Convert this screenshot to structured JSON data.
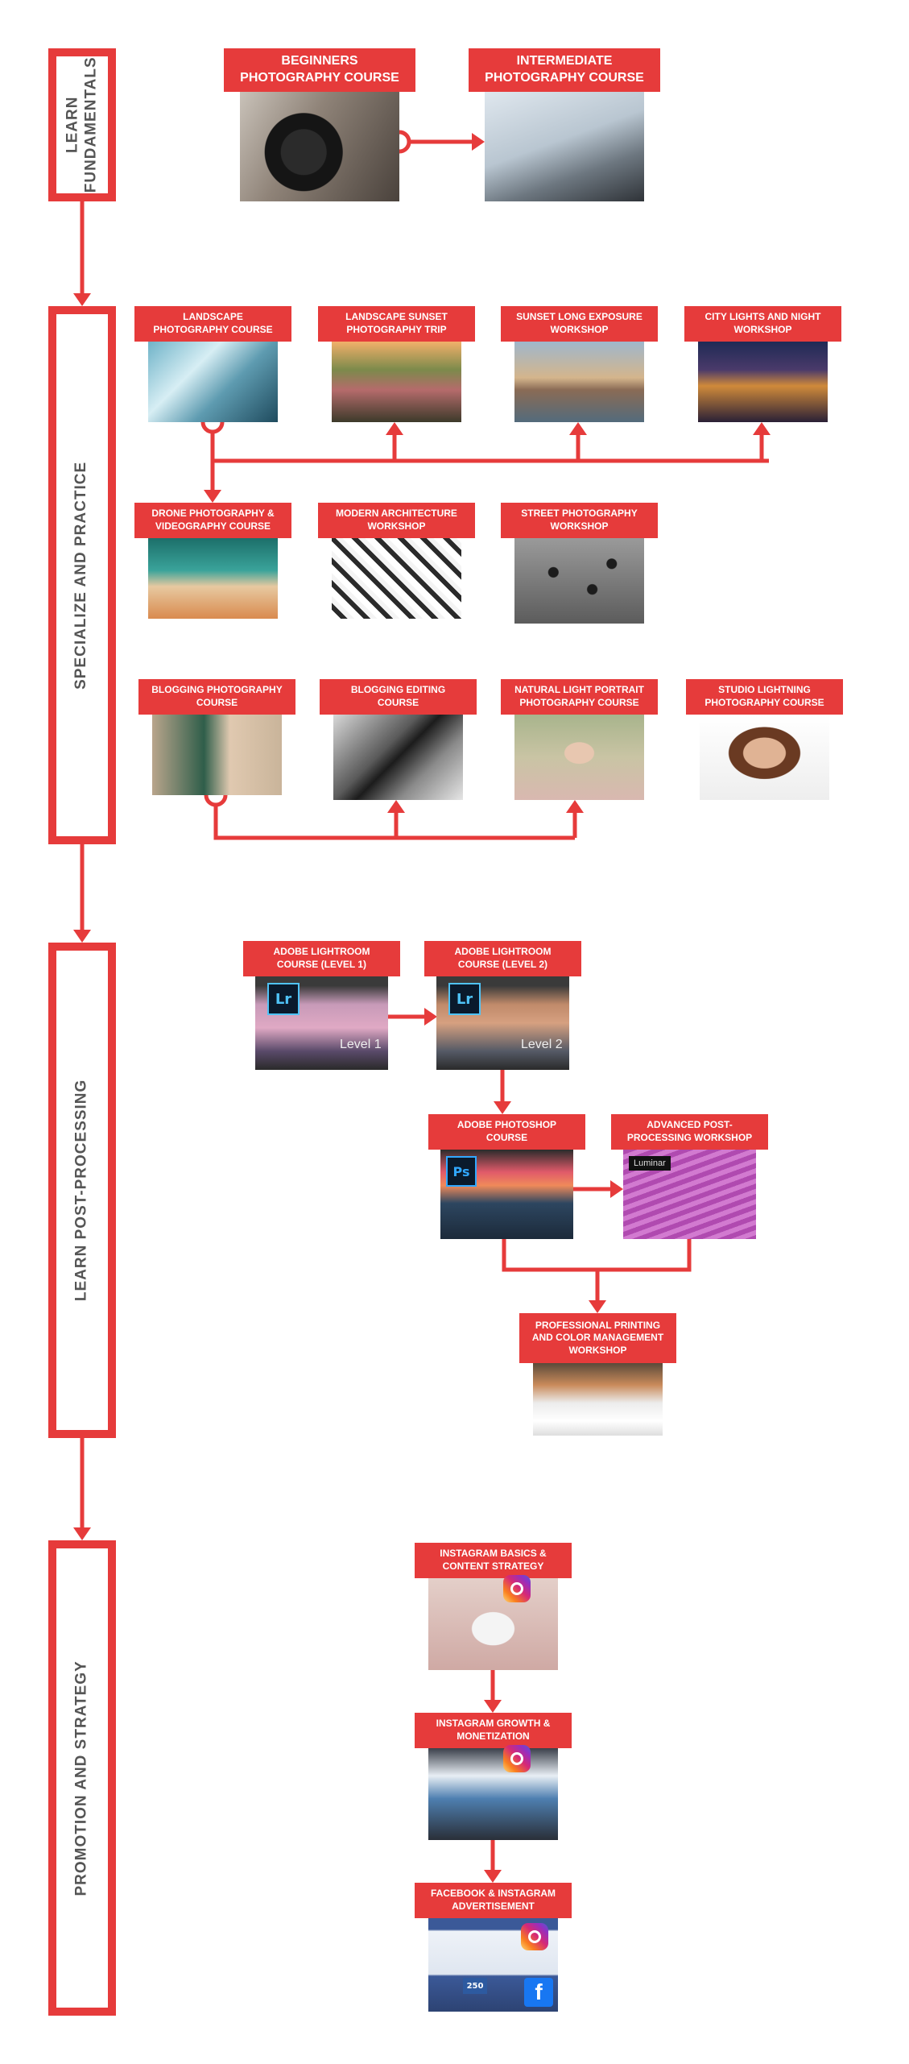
{
  "colors": {
    "accent": "#e63b3b",
    "stage_text": "#555555",
    "background": "#ffffff"
  },
  "stages": [
    {
      "id": "learn-fundamentals",
      "lines": [
        "LEARN",
        "FUNDAMENTALS"
      ]
    },
    {
      "id": "specialize-and-practice",
      "lines": [
        "SPECIALIZE AND PRACTICE"
      ]
    },
    {
      "id": "learn-post-processing",
      "lines": [
        "LEARN POST-PROCESSING"
      ]
    },
    {
      "id": "promotion-and-strategy",
      "lines": [
        "PROMOTION AND STRATEGY"
      ]
    }
  ],
  "nodes": {
    "beginners": {
      "title": "BEGINNERS\nPHOTOGRAPHY COURSE",
      "photo": "camera-hands-photo"
    },
    "intermediate": {
      "title": "INTERMEDIATE\nPHOTOGRAPHY COURSE",
      "photo": "camera-laptop-photo"
    },
    "landscape": {
      "title": "LANDSCAPE\nPHOTOGRAPHY COURSE",
      "photo": "ice-landscape-photo"
    },
    "sunset_trip": {
      "title": "LANDSCAPE SUNSET\nPHOTOGRAPHY TRIP",
      "photo": "river-valley-photo"
    },
    "long_exposure": {
      "title": "SUNSET LONG EXPOSURE\nWORKSHOP",
      "photo": "city-bridge-photo"
    },
    "city_lights": {
      "title": "CITY LIGHTS AND NIGHT\nWORKSHOP",
      "photo": "night-city-photo"
    },
    "drone": {
      "title": "DRONE PHOTOGRAPHY &\nVIDEOGRAPHY COURSE",
      "photo": "aerial-beach-photo"
    },
    "architecture": {
      "title": "MODERN ARCHITECTURE\nWORKSHOP",
      "photo": "building-facade-photo"
    },
    "street": {
      "title": "STREET PHOTOGRAPHY\nWORKSHOP",
      "photo": "street-crowd-photo"
    },
    "blogging": {
      "title": "BLOGGING PHOTOGRAPHY\nCOURSE",
      "photo": "fashion-blogger-photo"
    },
    "blogging_editing": {
      "title": "BLOGGING  EDITING\nCOURSE",
      "photo": "phone-architecture-photo"
    },
    "natural_light": {
      "title": "NATURAL LIGHT PORTRAIT\nPHOTOGRAPHY COURSE",
      "photo": "outdoor-portrait-photo"
    },
    "studio": {
      "title": "STUDIO LIGHTNING\nPHOTOGRAPHY COURSE",
      "photo": "studio-portrait-photo"
    },
    "lightroom1": {
      "title": "ADOBE LIGHTROOM\nCOURSE (LEVEL 1)",
      "photo": "lightroom-screenshot",
      "badge": "Lr",
      "tag": "Level 1"
    },
    "lightroom2": {
      "title": "ADOBE LIGHTROOM\nCOURSE (LEVEL 2)",
      "photo": "lightroom-screenshot",
      "badge": "Lr",
      "tag": "Level 2"
    },
    "photoshop": {
      "title": "ADOBE PHOTOSHOP\nCOURSE",
      "photo": "photoshop-screenshot",
      "badge": "Ps"
    },
    "advanced_post": {
      "title": "ADVANCED POST-\nPROCESSING WORKSHOP",
      "photo": "luminar-screenshot",
      "tag": "Luminar"
    },
    "printing": {
      "title": "PROFESSIONAL PRINTING\nAND COLOR MANAGEMENT\nWORKSHOP",
      "photo": "sofa-print-photo"
    },
    "ig_basics": {
      "title": "INSTAGRAM BASICS &\nCONTENT STRATEGY",
      "photo": "phone-instagram-photo",
      "badge": "instagram-icon"
    },
    "ig_growth": {
      "title": "INSTAGRAM  GROWTH &\nMONETIZATION",
      "photo": "laptop-dashboard-photo",
      "badge": "instagram-icon"
    },
    "fb_ig_ads": {
      "title": "FACEBOOK & INSTAGRAM\nADVERTISEMENT",
      "photo": "facebook-dashboard-photo",
      "badge": "facebook-icon",
      "stat": "250"
    }
  }
}
